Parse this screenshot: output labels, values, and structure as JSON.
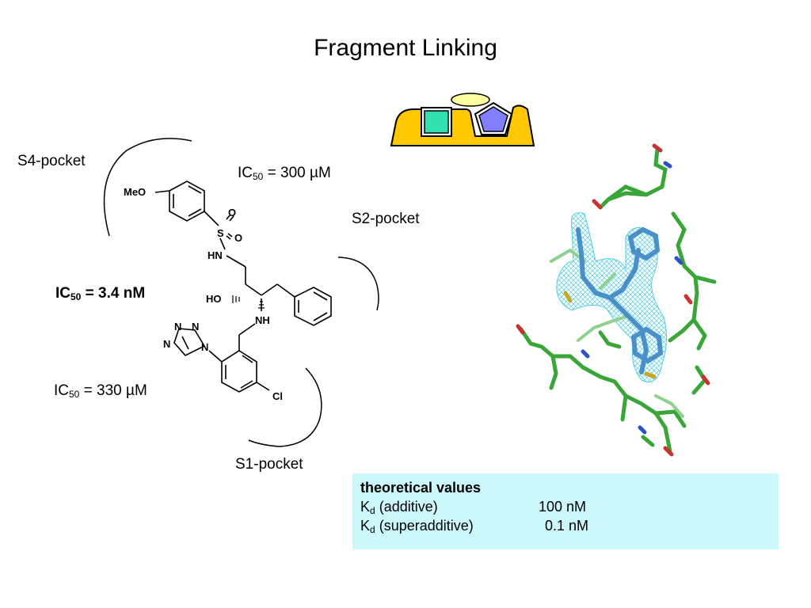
{
  "slide": {
    "title": "Fragment Linking"
  },
  "pockets": {
    "s4": "S4-pocket",
    "s2": "S2-pocket",
    "s1": "S1-pocket"
  },
  "ic50": {
    "prefix": "IC",
    "sub": "50",
    "top": "= 300 µM",
    "middle": "= 3.4 nM",
    "bottom": "= 330 µM"
  },
  "molecule": {
    "meo": "MeO",
    "o1": "O",
    "s": "S",
    "o2": "O",
    "hn1": "HN",
    "ho": "HO",
    "nh": "NH",
    "cl": "Cl",
    "n1": "N",
    "n2": "N",
    "n3": "N",
    "n4": "N"
  },
  "theoretical": {
    "heading": "theoretical values",
    "rows": [
      {
        "k": "K",
        "sub": "d",
        "label": "(additive)",
        "value": "100 nM"
      },
      {
        "k": "K",
        "sub": "d",
        "label": "(superadditive)",
        "value": "0.1 nM"
      }
    ]
  },
  "colors": {
    "pocket_fill": "#ffc800",
    "square_fill": "#33e0b0",
    "pentagon_fill": "#8080ff",
    "linker_fill": "#ffffa0",
    "table_bg": "#ccf7fb",
    "carbon": "#3aa63a",
    "ligand": "#4a8fc8",
    "mesh": "#40c8e0"
  }
}
